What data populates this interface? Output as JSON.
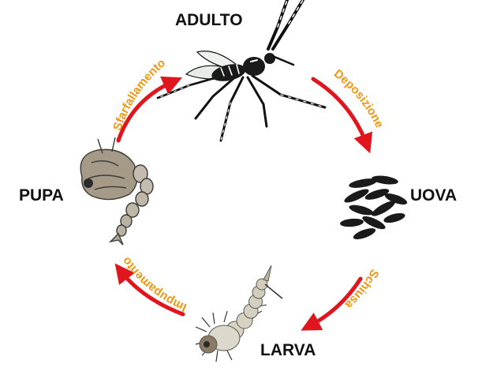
{
  "stages": {
    "adult": "ADULTO",
    "eggs": "UOVA",
    "larva": "LARVA",
    "pupa": "PUPA"
  },
  "transitions": {
    "adult_to_eggs": "Deposizione",
    "eggs_to_larva": "Schiusa",
    "larva_to_pupa": "Impupamento",
    "pupa_to_adult": "Sfarfallamento"
  },
  "colors": {
    "arrow": "#e0151e",
    "transition_text": "#f0960f",
    "stage_text": "#111111"
  },
  "icons": {
    "adult": "mosquito-icon",
    "eggs": "eggs-icon",
    "larva": "larva-icon",
    "pupa": "pupa-icon"
  }
}
